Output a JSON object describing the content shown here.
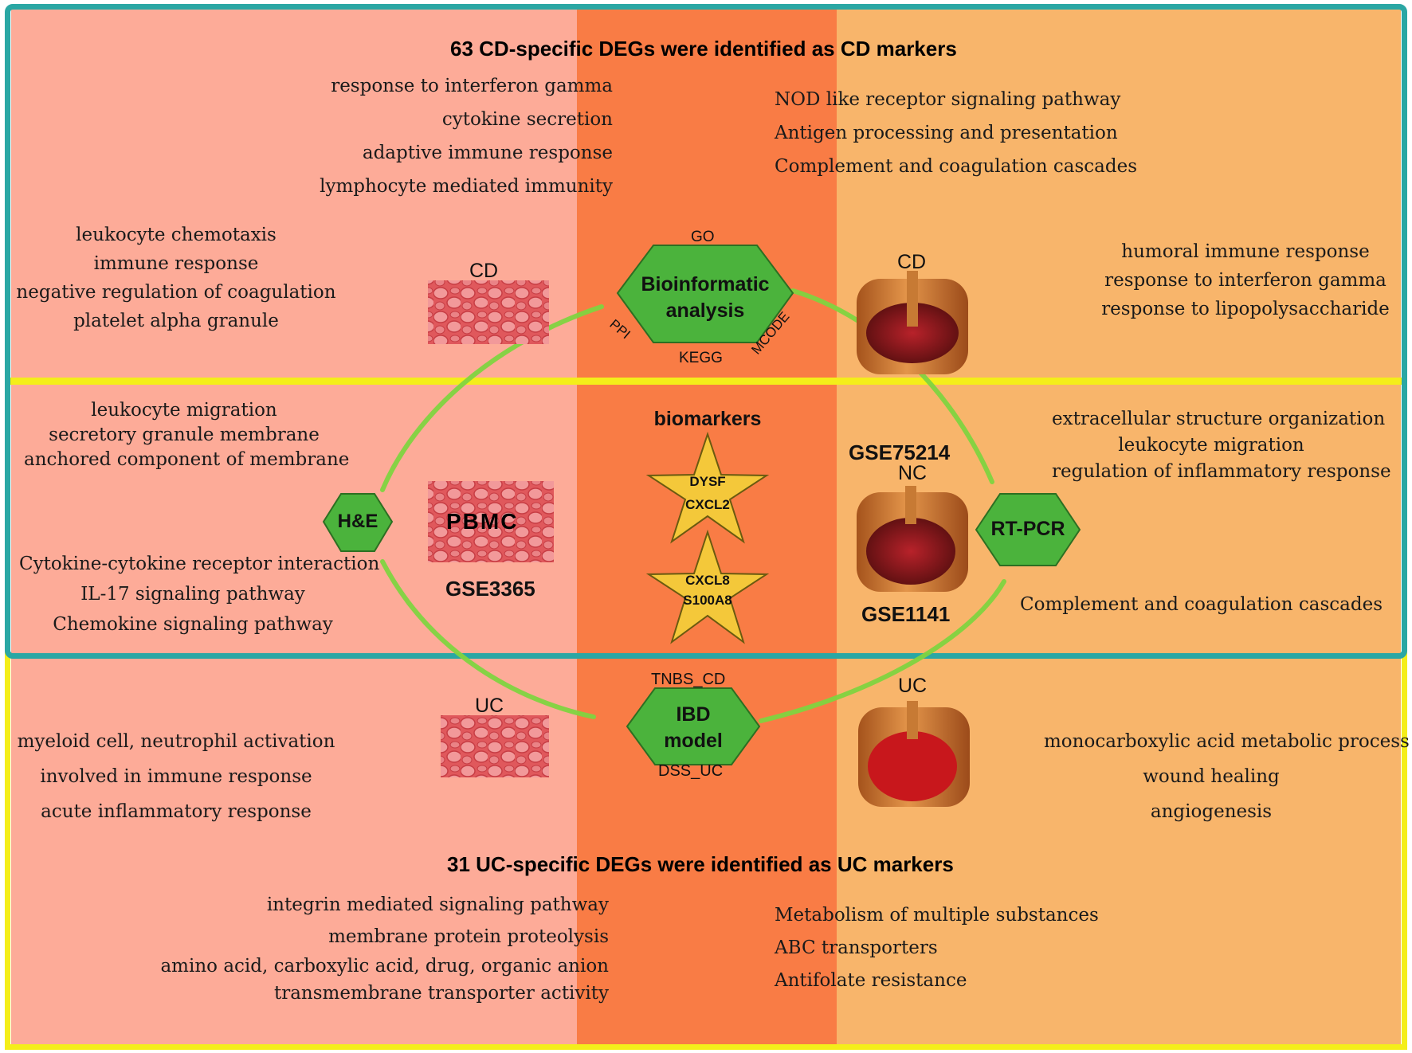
{
  "headings": {
    "cd": "63 CD-specific DEGs were identified as CD markers",
    "uc": "31 UC-specific DEGs were identified as UC markers"
  },
  "cd_go_terms": [
    "response to interferon gamma",
    "cytokine secretion",
    "adaptive immune response",
    "lymphocyte mediated immunity"
  ],
  "cd_kegg_terms": [
    "NOD like receptor signaling pathway",
    "Antigen processing and presentation",
    "Complement and coagulation cascades"
  ],
  "cd_pbmc_terms": [
    "leukocyte chemotaxis",
    "immune response",
    "negative regulation of coagulation",
    "platelet alpha granule"
  ],
  "cd_tissue_terms": [
    "humoral immune response",
    "response to interferon gamma",
    "response to lipopolysaccharide"
  ],
  "nc_pbmc_go_terms": [
    "leukocyte migration",
    "secretory granule membrane",
    "anchored component of membrane"
  ],
  "nc_pbmc_kegg_terms": [
    "Cytokine-cytokine receptor interaction",
    "IL-17 signaling pathway",
    "Chemokine signaling pathway"
  ],
  "nc_tissue_go_terms": [
    "extracellular structure organization",
    "leukocyte migration",
    "regulation of inflammatory response"
  ],
  "nc_tissue_kegg_terms": [
    "Complement and coagulation cascades"
  ],
  "uc_pbmc_terms": [
    "myeloid cell, neutrophil activation",
    "involved in immune response",
    "acute inflammatory response"
  ],
  "uc_tissue_terms": [
    "monocarboxylic acid metabolic process",
    "wound healing",
    "angiogenesis"
  ],
  "uc_go_terms": [
    "integrin mediated signaling pathway",
    "membrane protein proteolysis",
    "amino acid, carboxylic acid, drug, organic anion",
    "transmembrane transporter activity"
  ],
  "uc_kegg_terms": [
    "Metabolism of multiple substances",
    "ABC transporters",
    "Antifolate resistance"
  ],
  "labels": {
    "cd_left": "CD",
    "cd_right": "CD",
    "uc_left": "UC",
    "uc_right": "UC",
    "nc_right": "NC",
    "pbmc": "PBMC",
    "gse3365": "GSE3365",
    "gse75214": "GSE75214",
    "gse1141": "GSE1141"
  },
  "bioinformatic": {
    "line1": "Bioinformatic",
    "line2": "analysis",
    "go": "GO",
    "kegg": "KEGG",
    "ppi": "PPI",
    "mcode": "MCODE"
  },
  "ibd_model": {
    "line1": "IBD",
    "line2": "model",
    "tnbs": "TNBS_CD",
    "dss": "DSS_UC"
  },
  "he": "H&E",
  "rtpcr": "RT-PCR",
  "biomarkers": {
    "title": "biomarkers",
    "star1": [
      "DYSF",
      "CXCL2"
    ],
    "star2": [
      "CXCL8",
      "S100A8"
    ]
  },
  "colors": {
    "left_bg": "#fdab98",
    "mid_bg": "#f97c45",
    "right_bg": "#f8b56b",
    "teal_frame": "#2aa7a4",
    "yellow_frame": "#f4ee1a",
    "hexagon": "#4bb33c",
    "star": "#f4c83a",
    "arrow": "#7fd440"
  }
}
